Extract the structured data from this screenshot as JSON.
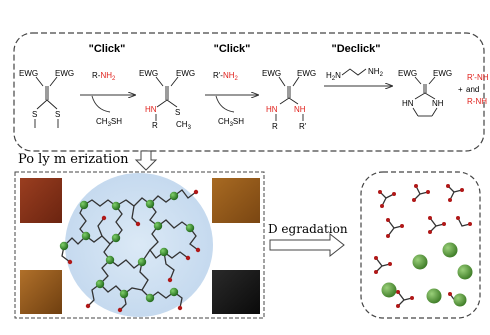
{
  "scheme": {
    "click1_title": "\"Click\"",
    "click2_title": "\"Click\"",
    "declick_title": "\"Declick\"",
    "ewg": "EWG",
    "s": "S",
    "reagent1": "R-",
    "reagent1_red": "NH",
    "reagent1_sub": "2",
    "byproduct1": "CH",
    "byproduct1_sub": "3",
    "byproduct1_tail": "SH",
    "hn": "HN",
    "r": "R",
    "ch3": "CH",
    "ch3_sub": "3",
    "reagent2": "R'-",
    "reagent2_red": "NH",
    "reagent2_sub": "2",
    "byproduct2": "CH",
    "byproduct2_sub": "3",
    "byproduct2_tail": "SH",
    "nh": "NH",
    "r_prime": "R'",
    "diamine_left": "H",
    "diamine_left_sub": "2",
    "diamine_left_tail": "N",
    "diamine_right": "NH",
    "diamine_right_sub": "2",
    "imid_hn": "HN",
    "imid_nh": "NH",
    "plus": "+",
    "and": "and",
    "prod1": "R'-NH",
    "prod2": "R-NH"
  },
  "labels": {
    "polymerization": "Po ly m erization",
    "degradation": "D egradation"
  },
  "colors": {
    "accent_red": "#e0201b",
    "node_green": "#2f8a2a",
    "cap_red": "#b01818",
    "network_bg": "#cfe1f3",
    "bead_green": "#5aa13f"
  }
}
